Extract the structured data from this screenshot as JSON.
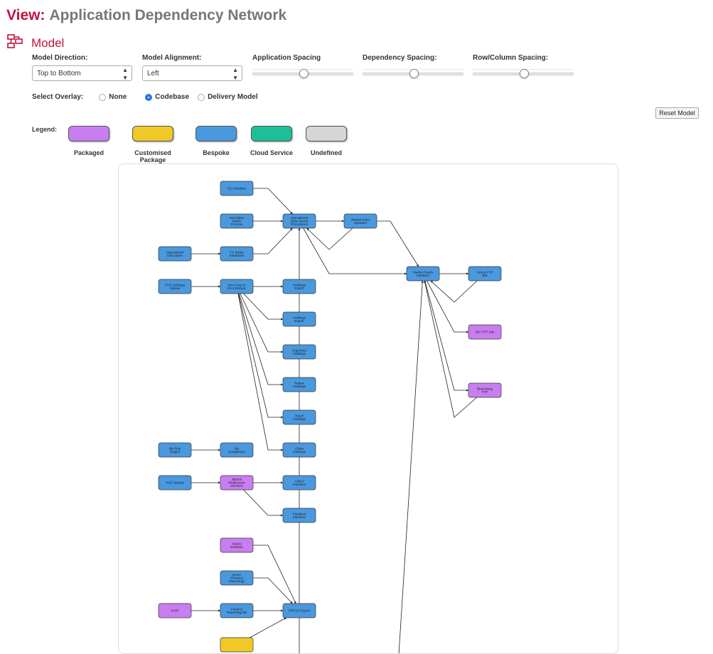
{
  "view": {
    "prefix": "View:",
    "title": "Application Dependency Network"
  },
  "model": {
    "title": "Model"
  },
  "controls": {
    "direction_label": "Model Direction:",
    "direction_value": "Top to Bottom",
    "alignment_label": "Model Alignment:",
    "alignment_value": "Left",
    "app_spacing_label": "Application Spacing",
    "app_spacing_value": 0.5,
    "dep_spacing_label": "Dependency Spacing:",
    "dep_spacing_value": 0.5,
    "row_spacing_label": "Row/Column Spacing:",
    "row_spacing_value": 0.5
  },
  "overlay": {
    "label": "Select Overlay:",
    "options": [
      "None",
      "Codebase",
      "Delivery Model"
    ],
    "selected": "Codebase"
  },
  "reset_label": "Reset Model",
  "legend": {
    "label": "Legend:",
    "items": [
      {
        "label": "Packaged",
        "color": "#c87ef0"
      },
      {
        "label": "Customised Package",
        "color": "#f0c929"
      },
      {
        "label": "Bespoke",
        "color": "#4a98de"
      },
      {
        "label": "Cloud Service",
        "color": "#1dbf99"
      },
      {
        "label": "Undefined",
        "color": "#d6d6d6"
      }
    ]
  },
  "graph": {
    "nodes": [
      {
        "id": "gc",
        "type": "bespoke",
        "lines": [
          "GC Interface"
        ]
      },
      {
        "id": "sbp",
        "type": "bespoke",
        "lines": [
          "Securities",
          "Batch",
          "Process"
        ]
      },
      {
        "id": "odsp",
        "type": "bespoke",
        "lines": [
          "Operational",
          "Data Stored",
          "Procedures"
        ]
      },
      {
        "id": "mfu",
        "type": "bespoke",
        "lines": [
          "Market Feed",
          "Uploader"
        ]
      },
      {
        "id": "ods",
        "type": "bespoke",
        "lines": [
          "Operational",
          "Data Store"
        ]
      },
      {
        "id": "fx",
        "type": "bespoke",
        "lines": [
          "FX Rates",
          "Interfaces"
        ]
      },
      {
        "id": "mfi",
        "type": "bespoke",
        "lines": [
          "Market Feeds",
          "Interface"
        ]
      },
      {
        "id": "gftp",
        "type": "bespoke",
        "lines": [
          "Group FTP",
          "Site"
        ]
      },
      {
        "id": "pad",
        "type": "bespoke",
        "lines": [
          "PAD Holdings",
          "Upload"
        ]
      },
      {
        "id": "ncdh",
        "type": "bespoke",
        "lines": [
          "Non Core to",
          "DH Interface"
        ]
      },
      {
        "id": "he1",
        "type": "bespoke",
        "lines": [
          "Holdings",
          "Export"
        ]
      },
      {
        "id": "he2",
        "type": "bespoke",
        "lines": [
          "Holdings",
          "Export"
        ]
      },
      {
        "id": "idc",
        "type": "packaged",
        "lines": [
          "IDC FTP Site"
        ]
      },
      {
        "id": "arg",
        "type": "bespoke",
        "lines": [
          "Argentina",
          "Holdings"
        ]
      },
      {
        "id": "twn",
        "type": "bespoke",
        "lines": [
          "Taiwan",
          "Holdings"
        ]
      },
      {
        "id": "bbg",
        "type": "packaged",
        "lines": [
          "Bloomberg",
          "FTP"
        ]
      },
      {
        "id": "bra",
        "type": "bespoke",
        "lines": [
          "Brazil",
          "Holdings"
        ]
      },
      {
        "id": "mre",
        "type": "bespoke",
        "lines": [
          "My Rule",
          "Engine"
        ]
      },
      {
        "id": "myc",
        "type": "bespoke",
        "lines": [
          "My",
          "Compliance"
        ]
      },
      {
        "id": "chn",
        "type": "bespoke",
        "lines": [
          "China",
          "Holdings"
        ]
      },
      {
        "id": "padu",
        "type": "bespoke",
        "lines": [
          "PAD Upload"
        ]
      },
      {
        "id": "jboss",
        "type": "packaged",
        "lines": [
          "JBOSS",
          "Middleware",
          "Interface"
        ]
      },
      {
        "id": "cli",
        "type": "bespoke",
        "lines": [
          "Client",
          "Interface"
        ]
      },
      {
        "id": "pos",
        "type": "bespoke",
        "lines": [
          "Positions",
          "Interface"
        ]
      },
      {
        "id": "ora",
        "type": "packaged",
        "lines": [
          "Oracle",
          "Essbase"
        ]
      },
      {
        "id": "xl",
        "type": "bespoke",
        "lines": [
          "Excel",
          "(Finance",
          "Reporting)"
        ]
      },
      {
        "id": "ivor",
        "type": "packaged",
        "lines": [
          "IVOR"
        ]
      },
      {
        "id": "frdb",
        "type": "bespoke",
        "lines": [
          "Finance",
          "Reporting DB"
        ]
      },
      {
        "id": "cress",
        "type": "bespoke",
        "lines": [
          "CRESS Export"
        ]
      },
      {
        "id": "cp1",
        "type": "customised",
        "lines": []
      }
    ]
  }
}
